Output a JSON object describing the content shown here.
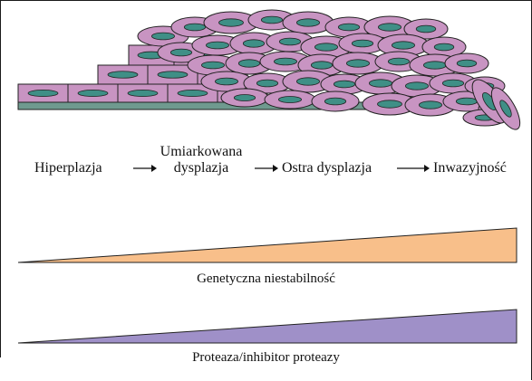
{
  "tissue": {
    "basement_membrane_color": "#6f9a8f",
    "cell_color": "#c894c2",
    "nucleus_color": "#3f8f86"
  },
  "progression": {
    "stages": [
      "Hiperplazja",
      "Umiarkowana dysplazja",
      "Ostra dysplazja",
      "Inwazyjność"
    ],
    "stage_lines": {
      "hyperplasia": "Hiperplazja",
      "moderate_line1": "Umiarkowana",
      "moderate_line2": "dysplazja",
      "severe": "Ostra dysplazja",
      "invasive": "Inwazyjność"
    }
  },
  "gradients": [
    {
      "label": "Genetyczna niestabilność",
      "color": "#f8bf8a"
    },
    {
      "label": "Proteaza/inhibitor proteazy",
      "color": "#9f90c8"
    }
  ]
}
